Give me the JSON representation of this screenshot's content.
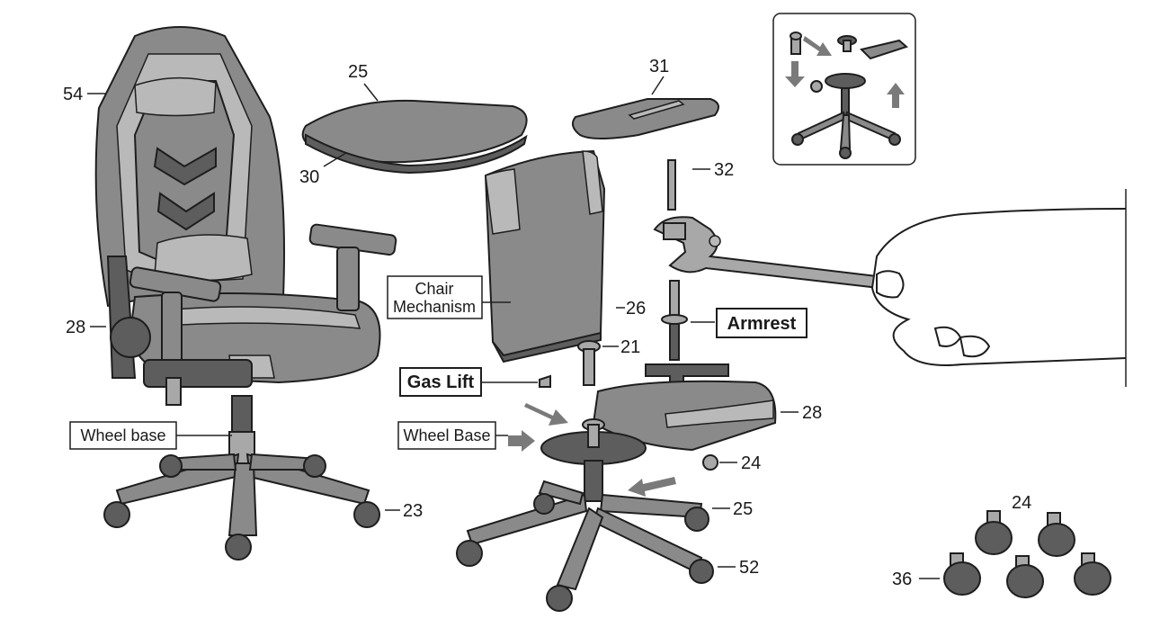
{
  "labels": {
    "n54": "54",
    "n25_top": "25",
    "n30": "30",
    "n31": "31",
    "n32": "32",
    "n26": "26",
    "n21": "21",
    "n28_left": "28",
    "n28_right": "28",
    "n24_nut": "24",
    "n23": "23",
    "n25_base": "25",
    "n52": "52",
    "n24_casters": "24",
    "n36": "36"
  },
  "callouts": {
    "chair_mechanism_line1": "Chair",
    "chair_mechanism_line2": "Mechanism",
    "armrest": "Armrest",
    "gas_lift": "Gas Lift",
    "wheel_base_left": "Wheel base",
    "wheel_base_center": "Wheel Base"
  },
  "colors": {
    "part_fill": "#8a8a8a",
    "accent_fill": "#b9b9b9",
    "outline": "#1e1e1e",
    "arrow": "#7a7a7a"
  }
}
